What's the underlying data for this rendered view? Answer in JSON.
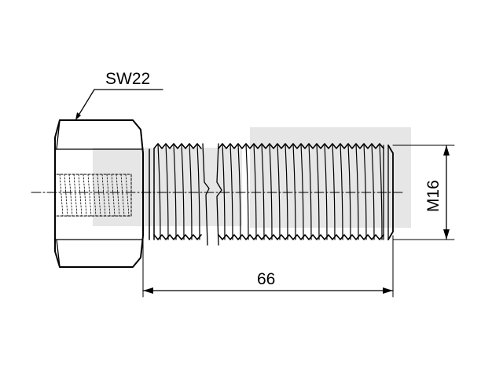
{
  "labels": {
    "wrench_size": "SW22",
    "length": "66",
    "thread": "M16"
  },
  "colors": {
    "line": "#000000",
    "background": "#ffffff",
    "watermark": "#e6e6e6"
  }
}
